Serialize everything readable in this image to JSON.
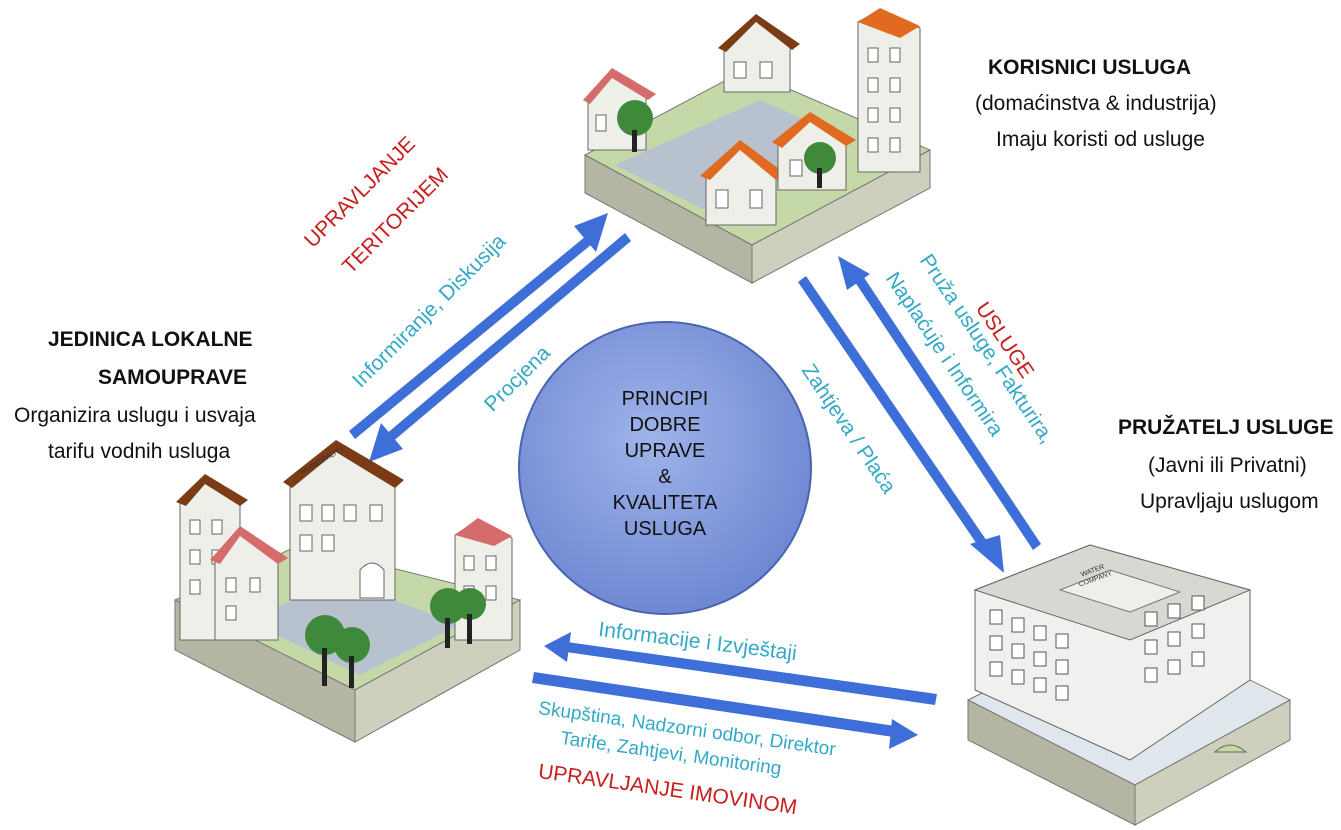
{
  "nodes": {
    "users": {
      "title": "KORISNICI USLUGA",
      "line1": "(domaćinstva & industrija)",
      "line2": "Imaju koristi od usluge"
    },
    "local_gov": {
      "title1": "JEDINICA LOKALNE",
      "title2": "SAMOUPRAVE",
      "line1": "Organizira uslugu i usvaja",
      "line2": "tarifu vodnih usluga"
    },
    "provider": {
      "title": "PRUŽATELJ USLUGE",
      "line1": "(Javni ili Privatni)",
      "line2": "Upravljaju uslugom"
    }
  },
  "center": {
    "lines": [
      "PRINCIPI",
      "DOBRE",
      "UPRAVE",
      "&",
      "KVALITETA",
      "USLUGA"
    ]
  },
  "edges": {
    "territory": {
      "heading1": "UPRAVLJANJE",
      "heading2": "TERITORIJEM",
      "outbound": "Informiranje, Diskusija",
      "inbound": "Procjena"
    },
    "services": {
      "heading": "USLUGE",
      "outbound1": "Pruža usluge, Fakturira,",
      "outbound2": "Naplaćuje i Informira",
      "inbound": "Zahtjeva / Plaća"
    },
    "assets": {
      "inbound": "Informacije i Izvještaji",
      "outbound1": "Skupština, Nadzorni odbor, Direktor",
      "outbound2": "Tarife, Zahtjevi, Monitoring",
      "heading": "UPRAVLJANJE IMOVINOM"
    }
  },
  "building_signs": {
    "municipality": "MUNICIPALITY",
    "water_company1": "WATER",
    "water_company2": "COMPANY"
  },
  "colors": {
    "arrow": "#3e6fd8",
    "heading_red": "#c81e1e",
    "flow_cyan": "#34a9c6",
    "circle_fill": "#7d95dc"
  }
}
